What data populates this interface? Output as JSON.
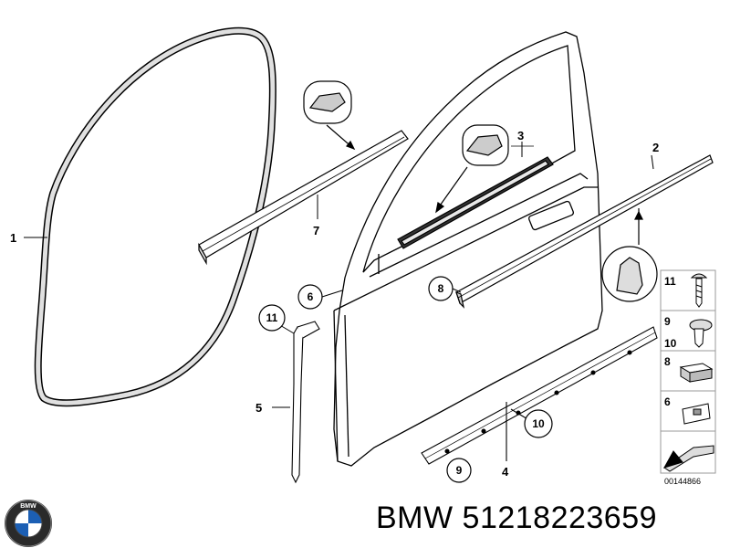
{
  "diagram": {
    "callouts": {
      "c1": "1",
      "c2": "2",
      "c3": "3",
      "c4": "4",
      "c5": "5",
      "c7": "7",
      "circle6": "6",
      "circle8": "8",
      "circle9": "9",
      "circle10": "10",
      "circle11": "11"
    },
    "legend": {
      "item11": "11",
      "item9": "9",
      "item10": "10",
      "item8": "8",
      "item6": "6"
    },
    "reference_number": "00144866"
  },
  "footer": {
    "brand_part": "BMW 51218223659",
    "logo_letters": "BMW"
  }
}
